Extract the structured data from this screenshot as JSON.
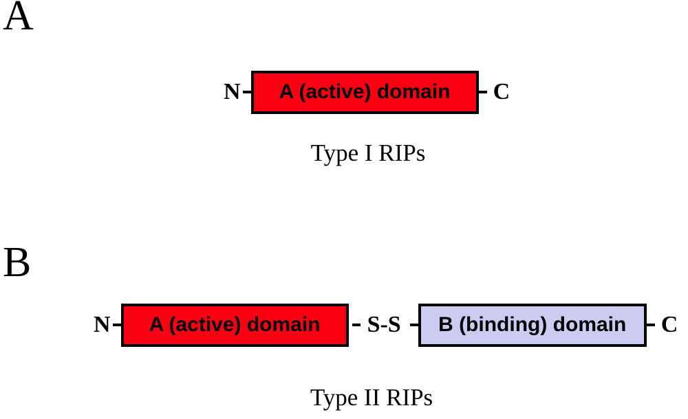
{
  "figure": {
    "type": "protein-domain-schematic",
    "background_color": "#ffffff",
    "outline_color": "#000000"
  },
  "colors": {
    "active_domain_fill": "#fa0013",
    "binding_domain_fill": "#ccccf2"
  },
  "panel_a": {
    "label": "A",
    "n_terminus": "N",
    "domain_label": "A (active) domain",
    "c_terminus": "C",
    "caption": "Type I RIPs"
  },
  "panel_b": {
    "label": "B",
    "n_terminus": "N",
    "active_domain_label": "A (active) domain",
    "disulfide_bond": "S-S",
    "binding_domain_label": "B (binding) domain",
    "c_terminus": "C",
    "caption": "Type II RIPs"
  }
}
